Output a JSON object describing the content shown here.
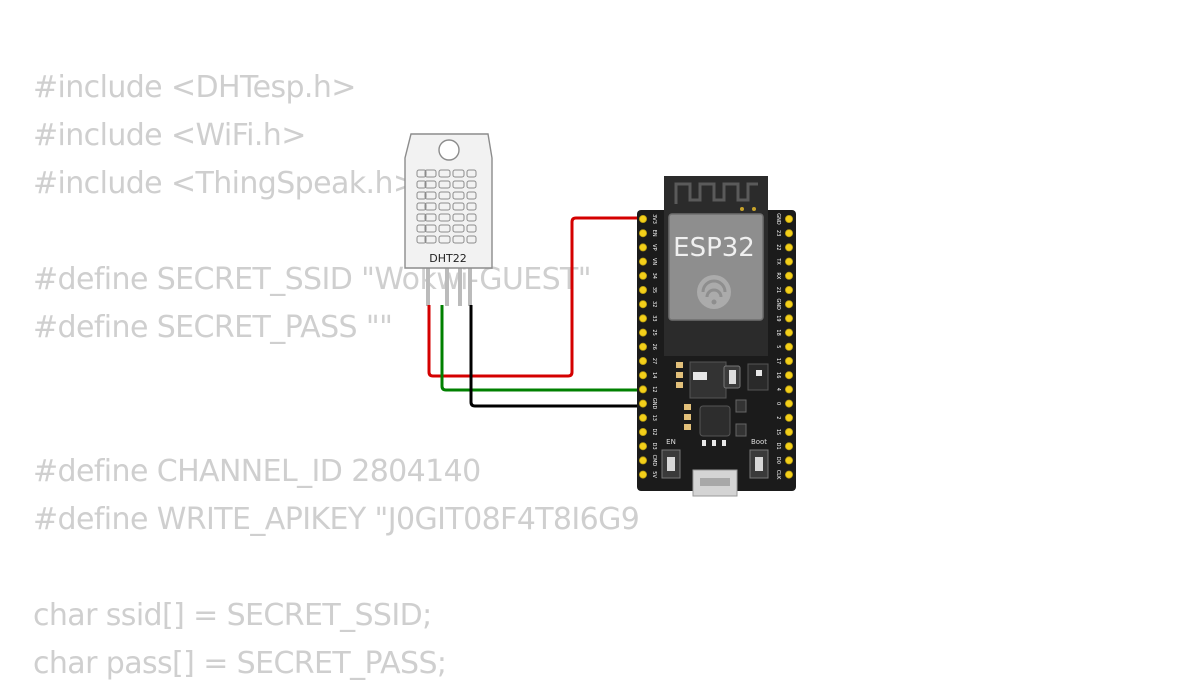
{
  "code_lines": [
    "#include <DHTesp.h>",
    "#include <WiFi.h>",
    "#include <ThingSpeak.h>",
    "",
    "#define SECRET_SSID \"Wokwi-GUEST\"",
    "#define SECRET_PASS \"\"",
    "",
    "",
    "#define CHANNEL_ID 2804140",
    "#define WRITE_APIKEY \"J0GIT08F4T8I6G9",
    "",
    "char ssid[] = SECRET_SSID;",
    "char pass[] = SECRET_PASS;"
  ],
  "sensor": {
    "label": "DHT22"
  },
  "board": {
    "label": "ESP32",
    "en_label": "EN",
    "boot_label": "Boot",
    "left_pins": [
      "3V3",
      "EN",
      "VP",
      "VN",
      "34",
      "35",
      "32",
      "33",
      "25",
      "26",
      "27",
      "14",
      "12",
      "GND",
      "13",
      "D2",
      "D3",
      "CMD",
      "5V"
    ],
    "right_pins": [
      "GND",
      "23",
      "22",
      "TX",
      "RX",
      "21",
      "GND",
      "19",
      "18",
      "5",
      "17",
      "16",
      "4",
      "0",
      "2",
      "15",
      "D1",
      "D0",
      "CLK"
    ]
  },
  "wires": [
    {
      "name": "vcc-wire",
      "color": "#d40000"
    },
    {
      "name": "data-wire",
      "color": "#008000"
    },
    {
      "name": "gnd-wire",
      "color": "#000000"
    }
  ]
}
